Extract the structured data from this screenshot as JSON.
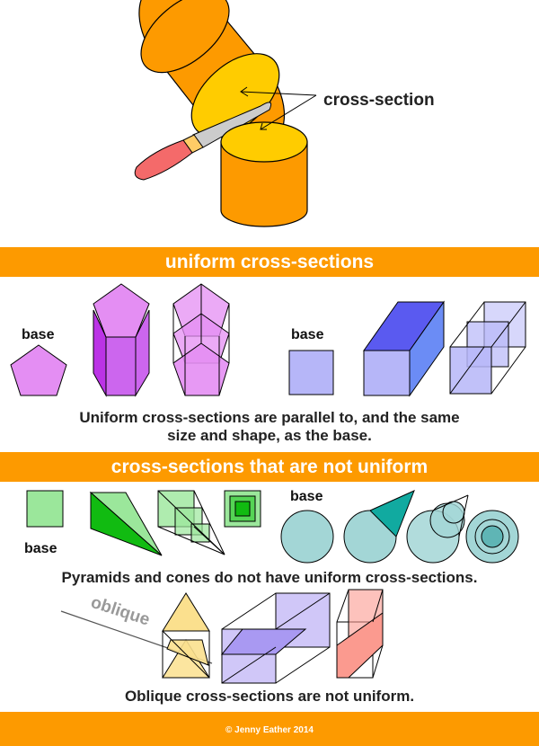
{
  "colors": {
    "banner": "#fd9a00",
    "cylinder": "#fd9a00",
    "cut_face": "#ffcc00",
    "pentagon": "#e48ef3",
    "pentagon_dark": "#bb33e6",
    "cube_light": "#b6b6f8",
    "cube_dark": "#5a5af0",
    "green": "#9be79b",
    "green_dark": "#11bb11",
    "teal": "#a3d6d6",
    "teal_dark": "#11aaa0",
    "yellow": "#fbe08e",
    "violet": "#a999f2",
    "salmon": "#fb9a8f"
  },
  "icons": [
    "knife-icon",
    "cylinder-icon",
    "arrow-icon"
  ],
  "top": {
    "cross_section_label": "cross-section"
  },
  "uniform": {
    "banner": "uniform cross-sections",
    "base_label_left": "base",
    "base_label_right": "base",
    "caption_line1": "Uniform cross-sections are parallel to,  and the same",
    "caption_line2": "size and shape,  as the base."
  },
  "nonuniform": {
    "banner": "cross-sections that are not uniform",
    "base_label_square": "base",
    "base_label_circle": "base",
    "caption": "Pyramids and cones do not have uniform cross-sections."
  },
  "oblique": {
    "label": "oblique",
    "caption": "Oblique cross-sections are not uniform."
  },
  "footer": {
    "copyright": "© Jenny Eather 2014"
  }
}
